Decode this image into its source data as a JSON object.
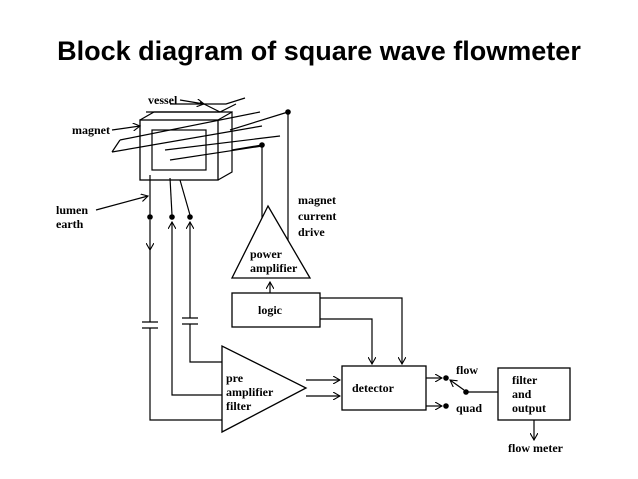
{
  "title": "Block diagram of square wave flowmeter",
  "labels": {
    "vessel": "vessel",
    "magnet": "magnet",
    "lumen": "lumen",
    "earth": "earth",
    "magnet_current_drive": [
      "magnet",
      "current",
      "drive"
    ],
    "power_amplifier": [
      "power",
      "amplifier"
    ],
    "logic": "logic",
    "pre_amplifier_filter": [
      "pre",
      "amplifier",
      "filter"
    ],
    "detector": "detector",
    "flow": "flow",
    "quad": "quad",
    "filter_and_output": [
      "filter",
      "and",
      "output"
    ],
    "flow_meter": "flow meter"
  }
}
